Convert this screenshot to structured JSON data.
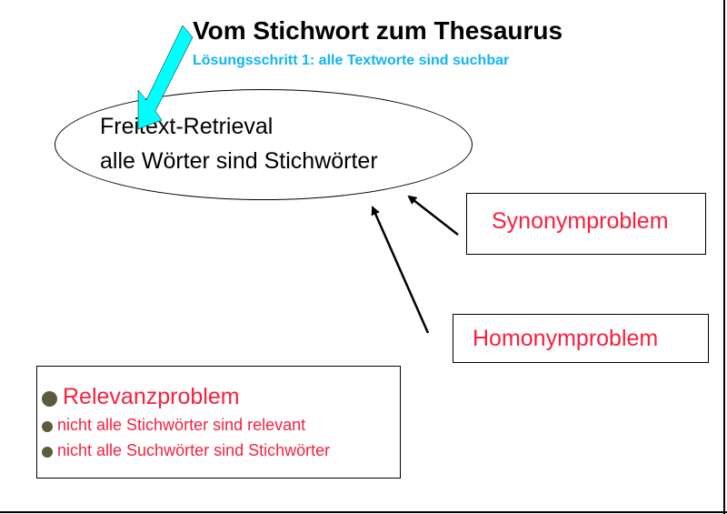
{
  "title": "Vom Stichwort zum Thesaurus",
  "subtitle": "Lösungsschritt 1: alle Textworte sind suchbar",
  "ellipse": {
    "line1": "Freitext-Retrieval",
    "line2": "alle Wörter sind Stichwörter"
  },
  "synonym_box": "Synonymproblem",
  "homonym_box": "Homonymproblem",
  "relevance_box": {
    "heading": "Relevanzproblem",
    "items": [
      "nicht alle Stichwörter sind relevant",
      "nicht alle Suchwörter sind Stichwörter"
    ]
  },
  "colors": {
    "accent_red": "#f8203f",
    "subtitle_blue": "#12b4f4",
    "arrow_cyan": "#00ffff",
    "bullet": "#5e5a3c"
  }
}
